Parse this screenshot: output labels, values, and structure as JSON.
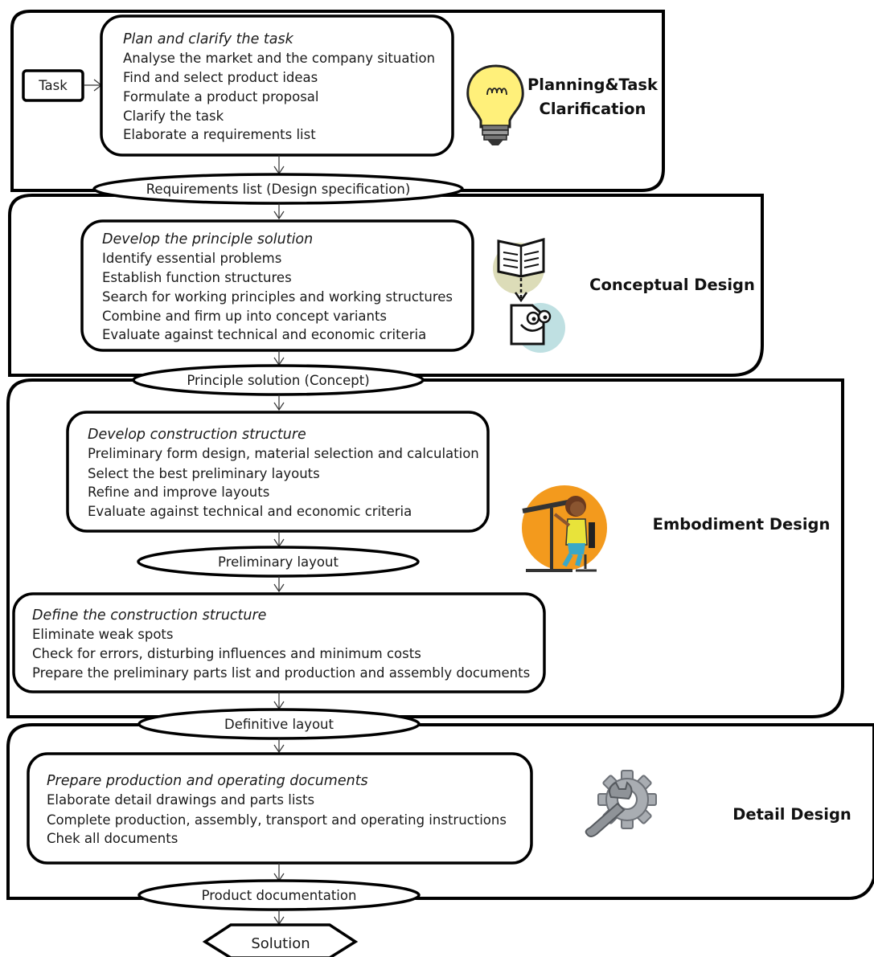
{
  "task_label": "Task",
  "phases": [
    {
      "name": "Planning&Task Clarification",
      "name_lines": [
        "Planning&Task",
        "Clarification"
      ],
      "icon": "lightbulb-icon",
      "box_title": "Plan and clarify the task",
      "box_items": [
        "Analyse the market and the company situation",
        "Find and select product ideas",
        "Formulate a product proposal",
        "Clarify the task",
        "Elaborate a requirements list"
      ],
      "output": "Requirements list (Design specification)"
    },
    {
      "name": "Conceptual Design",
      "icon": "book-idea-icon",
      "box_title": "Develop the principle solution",
      "box_items": [
        "Identify essential problems",
        "Establish function structures",
        "Search for working principles  and working structures",
        "Combine and firm up into concept variants",
        "Evaluate against technical and economic criteria"
      ],
      "output": "Principle solution (Concept)"
    },
    {
      "name": "Embodiment Design",
      "icon": "person-drafting-icon",
      "box_title": "Develop construction structure",
      "box_items": [
        "Preliminary form design, material selection and calculation",
        "Select the best preliminary layouts",
        "Refine and improve layouts",
        "Evaluate against technical and economic criteria"
      ],
      "mid_output": "Preliminary layout",
      "box2_title": "Define the construction structure",
      "box2_items": [
        "Eliminate weak spots",
        "Check for errors, disturbing influences and minimum costs",
        "Prepare the preliminary parts list and production  and assembly documents"
      ],
      "output": "Definitive layout"
    },
    {
      "name": "Detail Design",
      "icon": "gear-wrench-icon",
      "box_title": "Prepare production and operating documents",
      "box_items": [
        "Elaborate detail drawings and parts lists",
        "Complete production, assembly, transport and operating instructions",
        "Chek all documents"
      ],
      "output": "Product documentation"
    }
  ],
  "final_label": "Solution"
}
